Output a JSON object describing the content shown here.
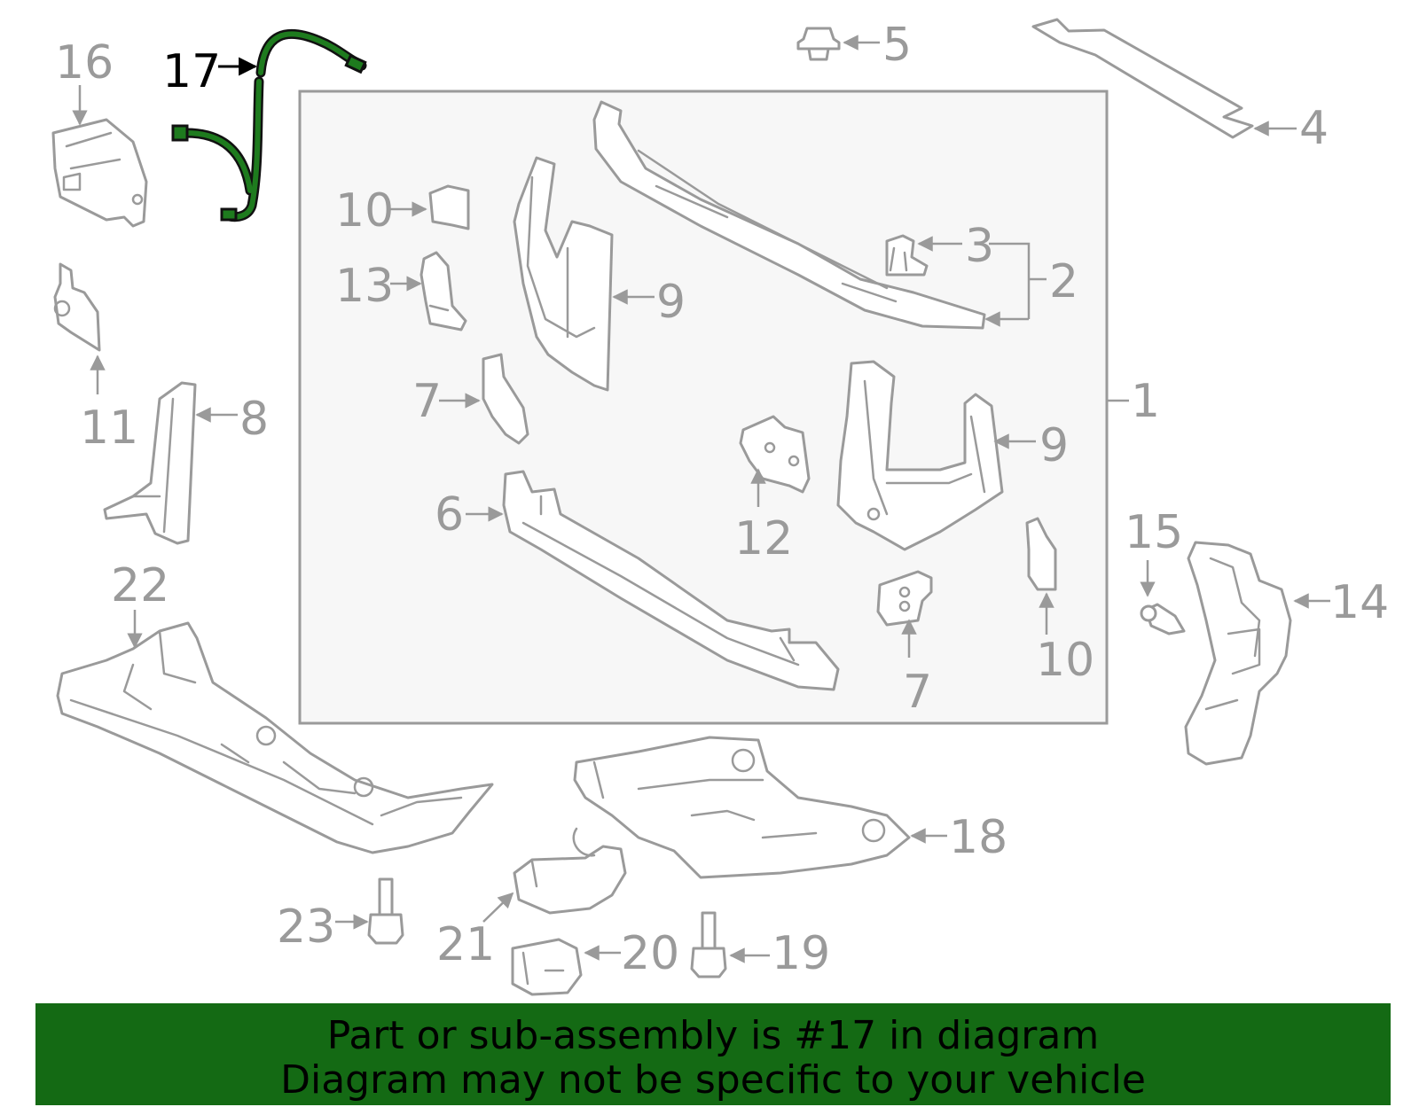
{
  "highlight_color": "#146a14",
  "highlighted_part": "17",
  "callouts": {
    "c1": "1",
    "c2": "2",
    "c3": "3",
    "c4": "4",
    "c5": "5",
    "c6": "6",
    "c7a": "7",
    "c7b": "7",
    "c8": "8",
    "c9a": "9",
    "c9b": "9",
    "c10a": "10",
    "c10b": "10",
    "c11": "11",
    "c12": "12",
    "c13": "13",
    "c14": "14",
    "c15": "15",
    "c16": "16",
    "c17": "17",
    "c18": "18",
    "c19": "19",
    "c20": "20",
    "c21": "21",
    "c22": "22",
    "c23": "23"
  },
  "banner": {
    "line1": "Part or sub-assembly is #17 in diagram",
    "line2": "Diagram may not be specific to your vehicle"
  }
}
